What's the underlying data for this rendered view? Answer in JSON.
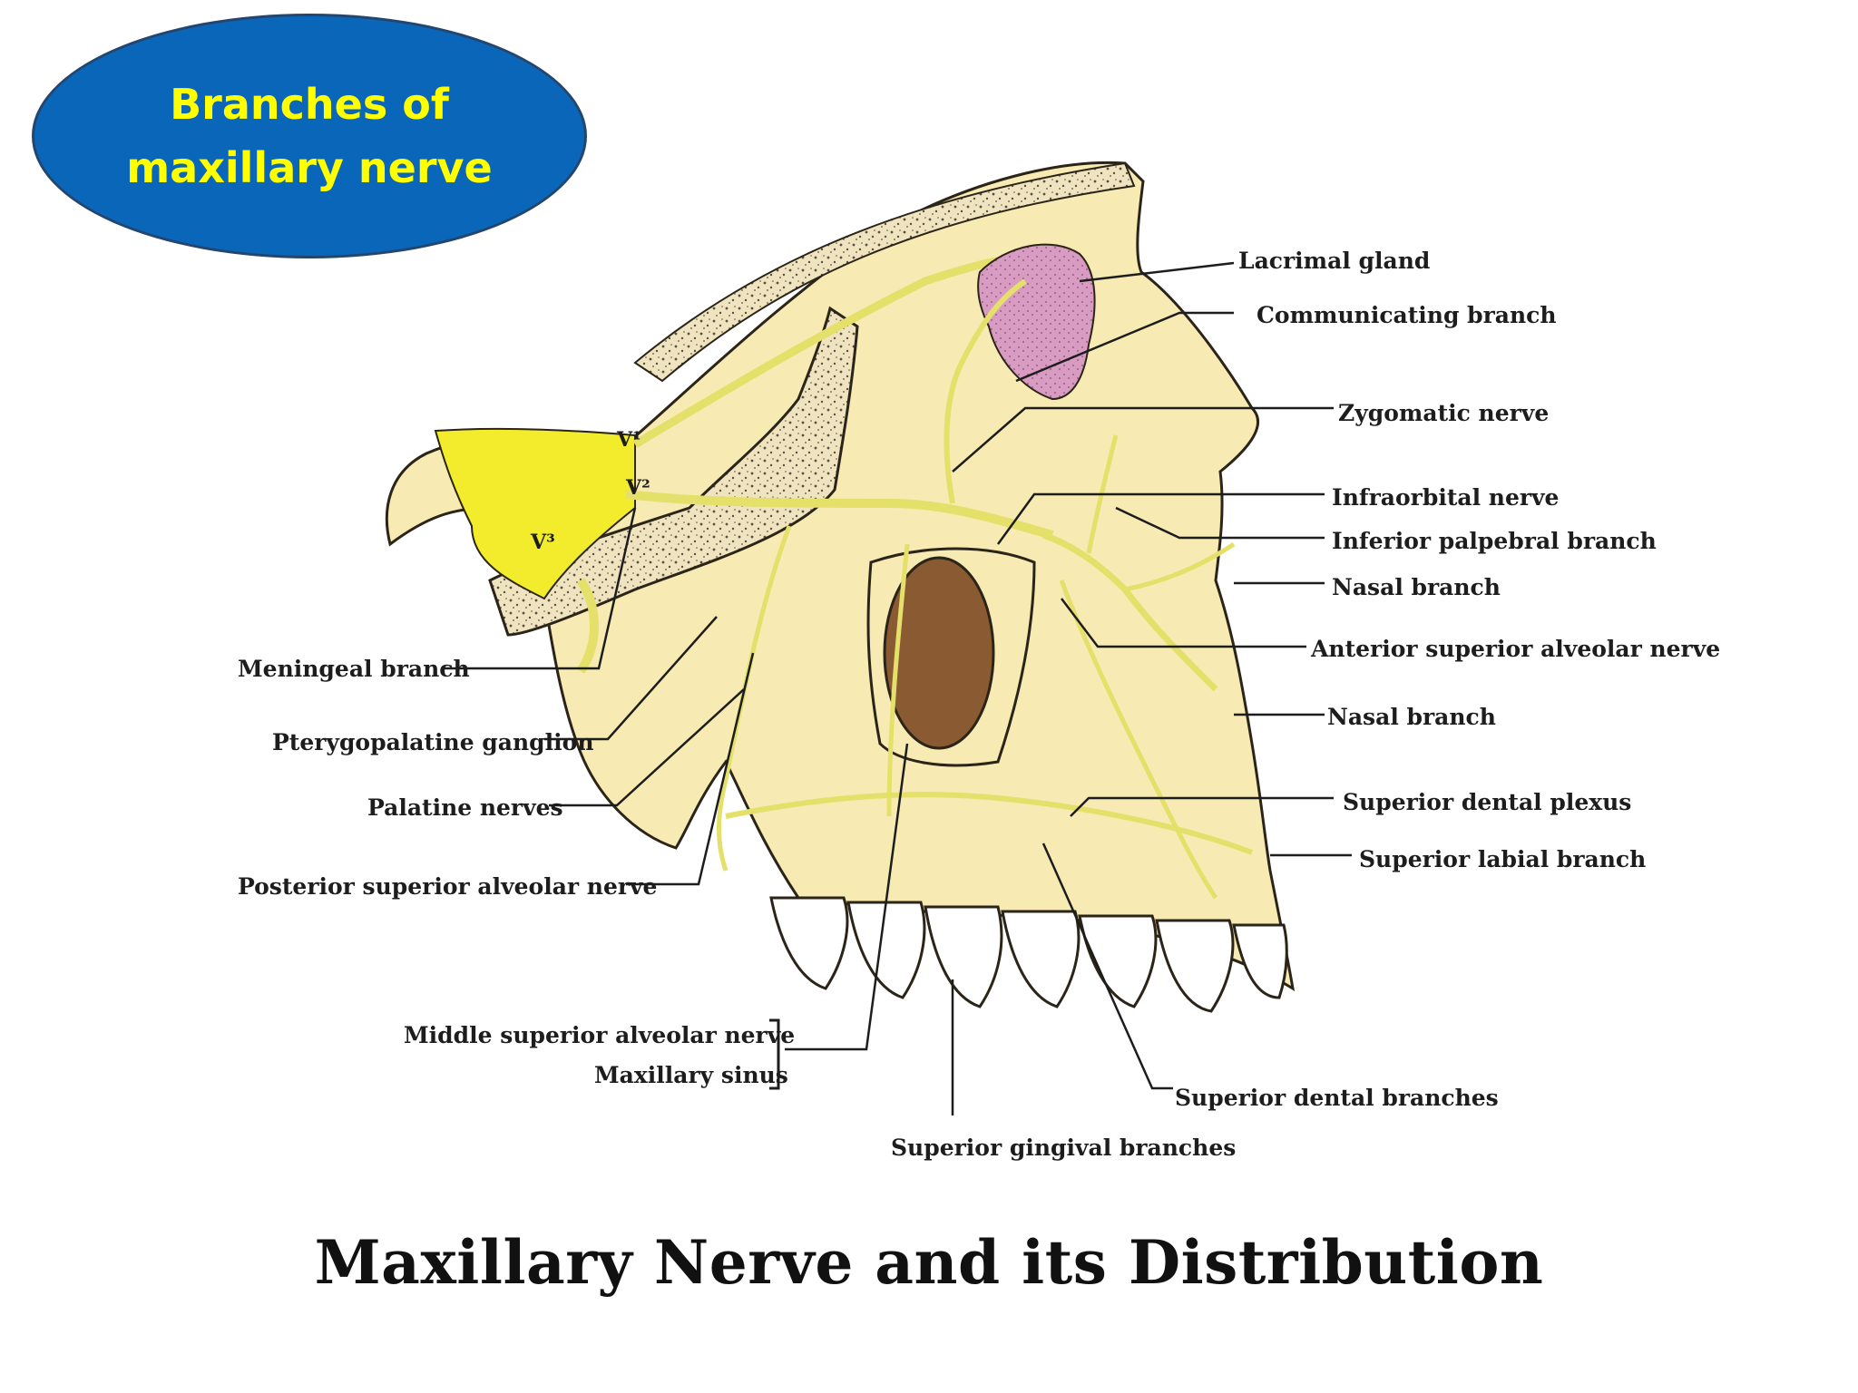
{
  "title": {
    "line1": "Branches of",
    "line2": "maxillary nerve"
  },
  "figure": {
    "caption": "Maxillary Nerve and its Distribution",
    "nerve_root_labels": {
      "v1": "V¹",
      "v2": "V²",
      "v3": "V³"
    },
    "labels_left": {
      "meningeal_branch": "Meningeal branch",
      "pterygopalatine_ganglion": "Pterygopalatine ganglion",
      "palatine_nerves": "Palatine nerves",
      "posterior_superior_alveolar_nerve": "Posterior superior alveolar nerve",
      "middle_superior_alveolar_nerve": "Middle superior alveolar nerve",
      "maxillary_sinus": "Maxillary sinus"
    },
    "labels_right": {
      "lacrimal_gland": "Lacrimal gland",
      "communicating_branch": "Communicating branch",
      "zygomatic_nerve": "Zygomatic nerve",
      "infraorbital_nerve": "Infraorbital nerve",
      "inferior_palpebral_branch": "Inferior palpebral branch",
      "nasal_branch_upper": "Nasal branch",
      "anterior_superior_alveolar_nerve": "Anterior superior alveolar nerve",
      "nasal_branch_lower": "Nasal branch",
      "superior_dental_plexus": "Superior dental plexus",
      "superior_labial_branch": "Superior labial branch"
    },
    "labels_bottom": {
      "superior_dental_branches": "Superior dental branches",
      "superior_gingival_branches": "Superior gingival branches"
    },
    "colors": {
      "title_fill": "#0a66b8",
      "title_text": "#ffff00",
      "bone": "#f7eab3",
      "nerve": "#e4e06a",
      "lacrimal_gland": "#d59ac0",
      "v_nerve": "#f2ec2c"
    }
  }
}
